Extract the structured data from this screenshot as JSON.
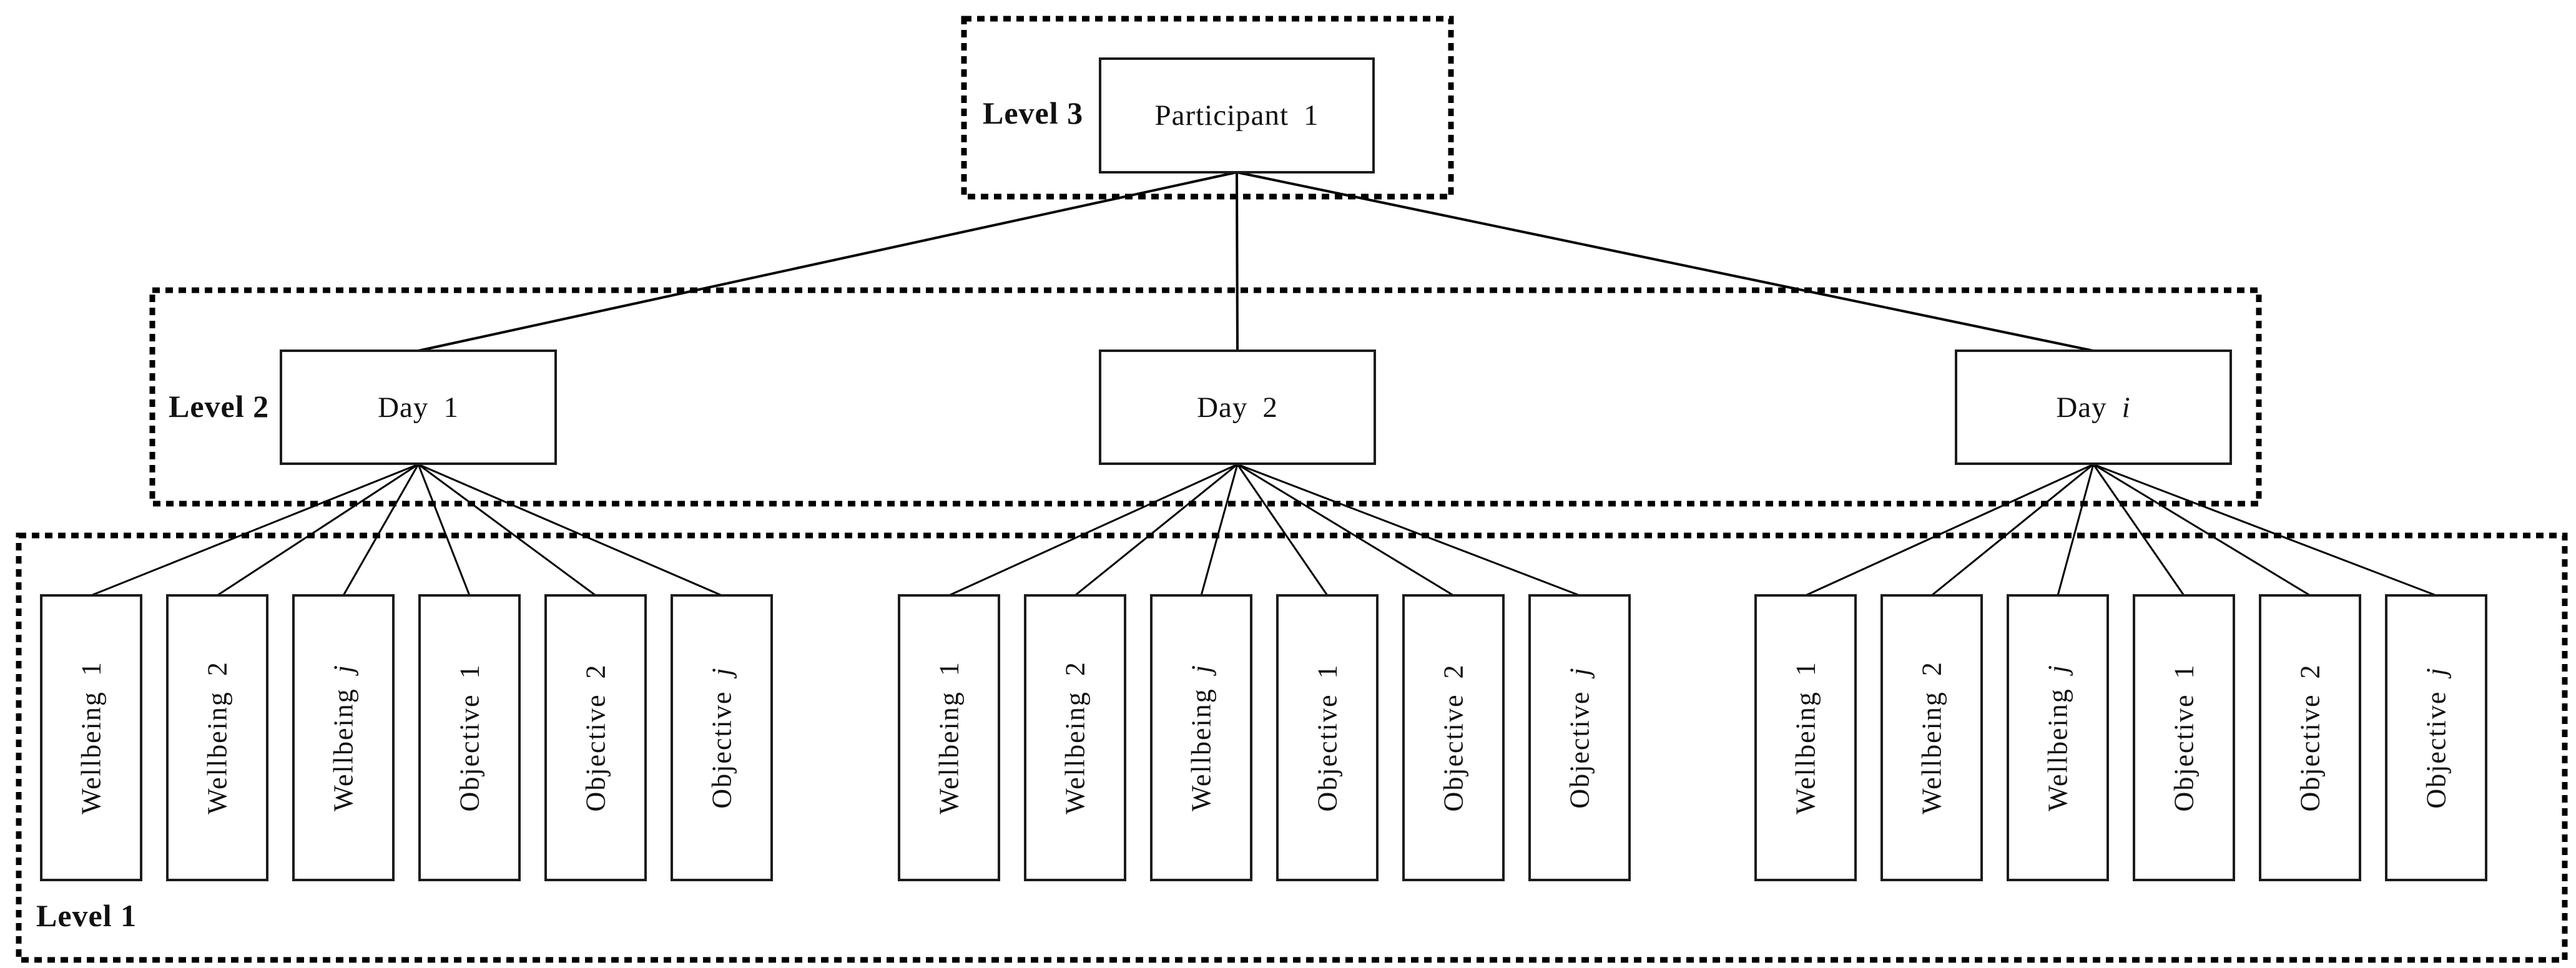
{
  "colors": {
    "background": "#ffffff",
    "stroke": "#000000",
    "box_border": "#1c1c1c"
  },
  "level3": {
    "label": "Level 3",
    "node": {
      "word": "Participant",
      "index": "1",
      "index_italic": false
    }
  },
  "level2": {
    "label": "Level 2",
    "nodes": [
      {
        "word": "Day",
        "index": "1",
        "index_italic": false
      },
      {
        "word": "Day",
        "index": "2",
        "index_italic": false
      },
      {
        "word": "Day",
        "index": "i",
        "index_italic": true
      }
    ]
  },
  "level1": {
    "label": "Level 1",
    "groups": [
      {
        "nodes": [
          {
            "word": "Wellbeing",
            "index": "1",
            "index_italic": false
          },
          {
            "word": "Wellbeing",
            "index": "2",
            "index_italic": false
          },
          {
            "word": "Wellbeing",
            "index": "j",
            "index_italic": true
          },
          {
            "word": "Objective",
            "index": "1",
            "index_italic": false
          },
          {
            "word": "Objective",
            "index": "2",
            "index_italic": false
          },
          {
            "word": "Objective",
            "index": "j",
            "index_italic": true
          }
        ]
      },
      {
        "nodes": [
          {
            "word": "Wellbeing",
            "index": "1",
            "index_italic": false
          },
          {
            "word": "Wellbeing",
            "index": "2",
            "index_italic": false
          },
          {
            "word": "Wellbeing",
            "index": "j",
            "index_italic": true
          },
          {
            "word": "Objective",
            "index": "1",
            "index_italic": false
          },
          {
            "word": "Objective",
            "index": "2",
            "index_italic": false
          },
          {
            "word": "Objective",
            "index": "j",
            "index_italic": true
          }
        ]
      },
      {
        "nodes": [
          {
            "word": "Wellbeing",
            "index": "1",
            "index_italic": false
          },
          {
            "word": "Wellbeing",
            "index": "2",
            "index_italic": false
          },
          {
            "word": "Wellbeing",
            "index": "j",
            "index_italic": true
          },
          {
            "word": "Objective",
            "index": "1",
            "index_italic": false
          },
          {
            "word": "Objective",
            "index": "2",
            "index_italic": false
          },
          {
            "word": "Objective",
            "index": "j",
            "index_italic": true
          }
        ]
      }
    ]
  }
}
